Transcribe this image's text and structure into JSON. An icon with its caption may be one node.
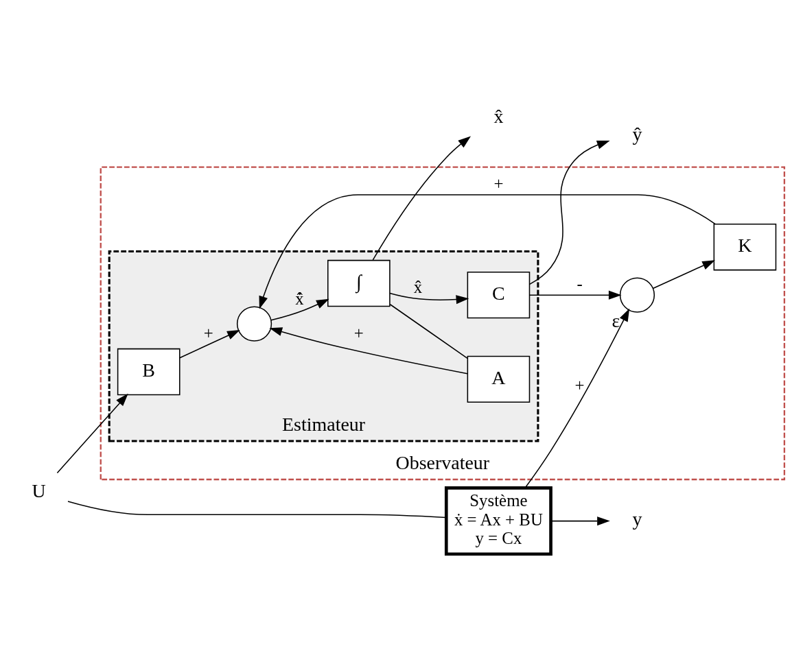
{
  "diagram": {
    "nodes": [
      {
        "text": [
          "Observateur"
        ]
      },
      {
        "text": [
          "Estimateur"
        ],
        "in": 0
      },
      {
        "text": [
          "Système",
          "ẋ = Ax + BU",
          "y = Cx"
        ]
      },
      {
        "text": [
          "U"
        ]
      },
      {
        "text": [
          "y"
        ]
      },
      {
        "text": [],
        "shape": "circle",
        "beside": [
          "ε"
        ],
        "in": 0
      },
      {
        "text": [
          "K"
        ],
        "in": 0
      },
      {
        "text": [
          "B"
        ],
        "in": 1
      },
      {
        "text": [],
        "shape": "circle",
        "in": 1
      },
      {
        "text": [
          "∫"
        ],
        "in": 1
      },
      {
        "text": [
          "C"
        ],
        "in": 1
      },
      {
        "text": [
          "A"
        ],
        "in": 1
      },
      {
        "text": [
          "ŷ"
        ]
      },
      {
        "text": [
          "x̂"
        ]
      }
    ],
    "edges": [
      {
        "from": 3,
        "to": 2,
        "arrow": "none"
      },
      {
        "from": 3,
        "to": 7,
        "arrow": "to"
      },
      {
        "from": 2,
        "to": 4,
        "arrow": "to"
      },
      {
        "from": 2,
        "to": 5,
        "arrow": "to",
        "label": "+"
      },
      {
        "from": 5,
        "to": 6,
        "arrow": "to"
      },
      {
        "from": 6,
        "to": 8,
        "arrow": "to",
        "label": "+"
      },
      {
        "from": 7,
        "to": 8,
        "arrow": "to",
        "label": "+"
      },
      {
        "from": 8,
        "to": 9,
        "arrow": "to",
        "label": "x̂̇"
      },
      {
        "from": 9,
        "to": 10,
        "arrow": "to",
        "label": "x̂"
      },
      {
        "from": 9,
        "to": 11,
        "arrow": "none"
      },
      {
        "from": 9,
        "to": 13,
        "arrow": "to"
      },
      {
        "from": 11,
        "to": 8,
        "arrow": "to",
        "label": "+"
      },
      {
        "from": 10,
        "to": 12,
        "arrow": "to"
      },
      {
        "from": 10,
        "to": 5,
        "arrow": "to",
        "label": "-"
      }
    ]
  }
}
